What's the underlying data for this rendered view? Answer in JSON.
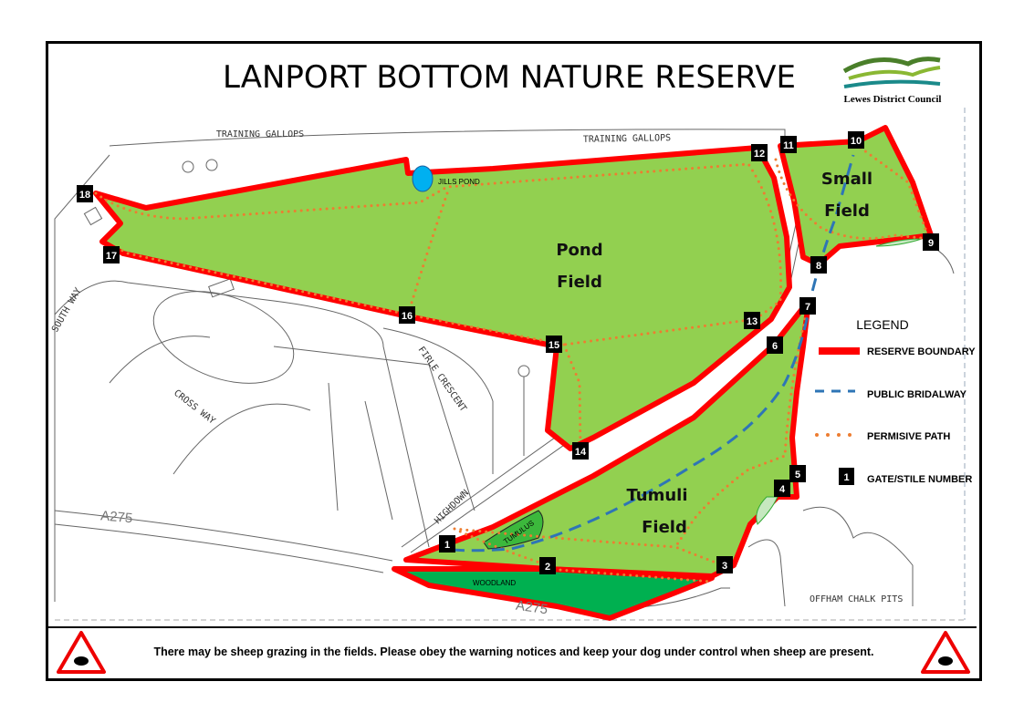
{
  "title": "LANPORT BOTTOM NATURE RESERVE",
  "logo": {
    "text": "Lewes District Council"
  },
  "labels": {
    "training_gallops_west": "TRAINING GALLOPS",
    "training_gallops_east": "TRAINING GALLOPS",
    "jills_pond": "JILLS POND",
    "pond_field_1": "Pond",
    "pond_field_2": "Field",
    "small_field_1": "Small",
    "small_field_2": "Field",
    "tumuli_field_1": "Tumuli",
    "tumuli_field_2": "Field",
    "tumulus": "TUMULUS",
    "woodland": "WOODLAND",
    "offham": "OFFHAM CHALK PITS",
    "a275_west": "A275",
    "a275_south": "A275",
    "south_way": "SOUTH WAY",
    "cross_way": "CROSS WAY",
    "firle_crescent": "FIRLE CRESCENT",
    "highdown": "HIGHDOWN"
  },
  "legend": {
    "title": "LEGEND",
    "boundary": "RESERVE BOUNDARY",
    "bridleway": "PUBLIC BRIDALWAY",
    "path": "PERMISIVE PATH",
    "gate_sample": "1",
    "gate": "GATE/STILE NUMBER"
  },
  "gates": [
    "1",
    "2",
    "3",
    "4",
    "5",
    "6",
    "7",
    "8",
    "9",
    "10",
    "11",
    "12",
    "13",
    "14",
    "15",
    "16",
    "17",
    "18"
  ],
  "footer": "There may be sheep grazing in the fields. Please obey the warning notices and keep your dog under control when sheep are present.",
  "colors": {
    "field": "#92d050",
    "woodland": "#00b050",
    "boundary": "#ff0000",
    "path": "#ed7d31",
    "bridleway": "#2e75b6",
    "pond": "#00b0f0"
  }
}
